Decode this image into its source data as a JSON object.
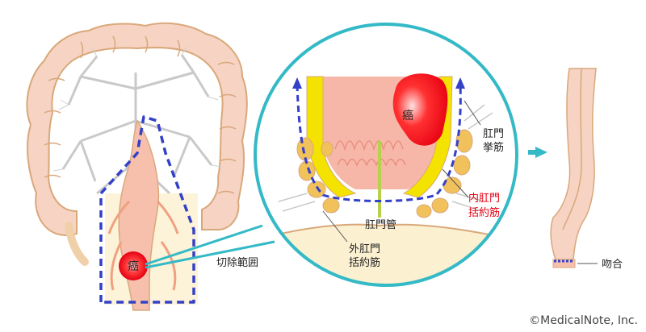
{
  "diagram": {
    "labels": {
      "cancer_left": "癌",
      "cancer_zoom": "癌",
      "resection_range": "切除範囲",
      "levator_ani_line1": "肛門",
      "levator_ani_line2": "挙筋",
      "internal_sphincter_line1": "内肛門",
      "internal_sphincter_line2": "括約筋",
      "anal_canal": "肛門管",
      "external_sphincter_line1": "外肛門",
      "external_sphincter_line2": "括約筋",
      "anastomosis": "吻合"
    },
    "copyright": "©MedicalNote, Inc."
  },
  "colors": {
    "colon_fill": "#f6d3c3",
    "colon_outline": "#d9a87a",
    "muscle_yellow": "#f4e200",
    "fat_orange": "#f1c15c",
    "cancer_red": "#e60012",
    "resection_blue": "#3340c8",
    "zoom_teal": "#34b9c6",
    "mucosa_pink": "#f6b7a8",
    "anal_canal_green": "#b7d14a",
    "vessel_gray": "#c9c9c9"
  }
}
